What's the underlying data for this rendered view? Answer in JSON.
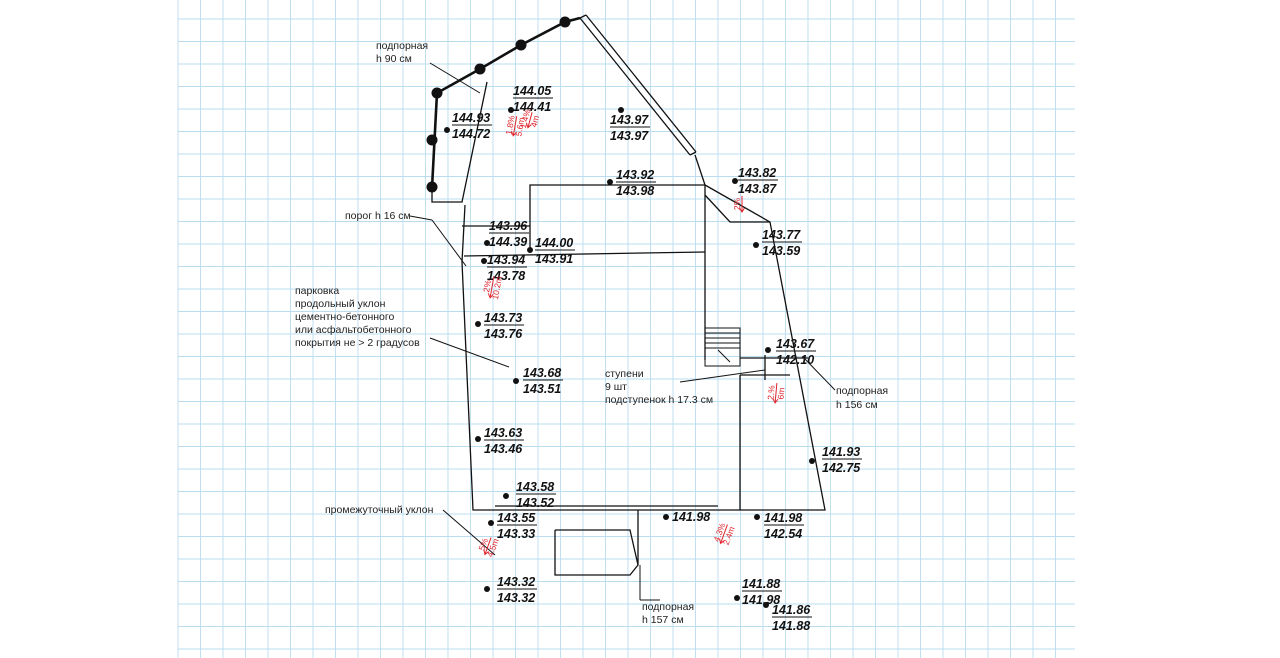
{
  "colors": {
    "grid": "#b9dcef",
    "ink": "#111111",
    "slope": "#e0242c"
  },
  "notes": {
    "retaining_90": [
      "подпорная",
      "h 90 см"
    ],
    "threshold": "порог h 16 см",
    "parking": [
      "парковка",
      "продольный уклон",
      "цементно-бетонного",
      "или асфальтобетонного",
      "покрытия не > 2 градусов"
    ],
    "steps": [
      "ступени",
      "9 шт",
      "подступенок h 17.3 см"
    ],
    "retaining_156": [
      "подпорная",
      "h 156 см"
    ],
    "intermediate": "промежуточный уклон",
    "retaining_157": [
      "подпорная",
      "h 157 см"
    ]
  },
  "levels": [
    {
      "top": "144.05",
      "bottom": "144.41"
    },
    {
      "top": "144.93",
      "bottom": "144.72"
    },
    {
      "top": "143.97",
      "bottom": "143.97"
    },
    {
      "top": "143.92",
      "bottom": "143.98"
    },
    {
      "top": "143.82",
      "bottom": "143.87"
    },
    {
      "top": "143.77",
      "bottom": "143.59"
    },
    {
      "top": "143.96",
      "bottom": "144.39"
    },
    {
      "top": "144.00",
      "bottom": "143.91"
    },
    {
      "top": "143.94",
      "bottom": "143.78"
    },
    {
      "top": "143.73",
      "bottom": "143.76"
    },
    {
      "top": "143.68",
      "bottom": "143.51"
    },
    {
      "top": "143.67",
      "bottom": "142.10"
    },
    {
      "top": "143.63",
      "bottom": "143.46"
    },
    {
      "top": "141.93",
      "bottom": "142.75"
    },
    {
      "top": "143.58",
      "bottom": "143.52"
    },
    {
      "top": "143.55",
      "bottom": "143.33"
    },
    {
      "top": "141.98",
      "bottom": ""
    },
    {
      "top": "141.98",
      "bottom": "142.54"
    },
    {
      "top": "143.32",
      "bottom": "143.32"
    },
    {
      "top": "141.88",
      "bottom": "141.98"
    },
    {
      "top": "141.86",
      "bottom": "141.88"
    }
  ],
  "slopes": [
    {
      "pct": "1.8%",
      "len": "5.6m"
    },
    {
      "pct": "1.4%",
      "len": "4m"
    },
    {
      "pct": "2%",
      "len": ""
    },
    {
      "pct": "2%",
      "len": "10.2m"
    },
    {
      "pct": "2.%",
      "len": "6m"
    },
    {
      "pct": "4.3%",
      "len": "2.4m"
    },
    {
      "pct": "5%",
      "len": "4.5m"
    }
  ]
}
